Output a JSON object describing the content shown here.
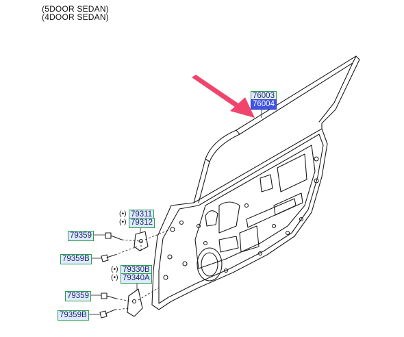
{
  "header": {
    "variant1": "(5DOOR SEDAN)",
    "variant2": "(4DOOR SEDAN)"
  },
  "callouts": {
    "panel1": "76003",
    "panel2": "76004",
    "upper_hinge1": "79311",
    "upper_hinge2": "79312",
    "lower_hinge1": "79330B",
    "lower_hinge2": "79340A",
    "bolt_upper": "79359",
    "bolt_upper_b": "79359B",
    "bolt_lower": "79359",
    "bolt_lower_b": "79359B",
    "prefix_mark": "(•)"
  },
  "colors": {
    "arrow": "#f0446c",
    "label_fill": "#dfe9ff",
    "label_selected_fill": "#3f53e6",
    "label_border": "#2aa04a",
    "line": "#1a1a1a"
  }
}
